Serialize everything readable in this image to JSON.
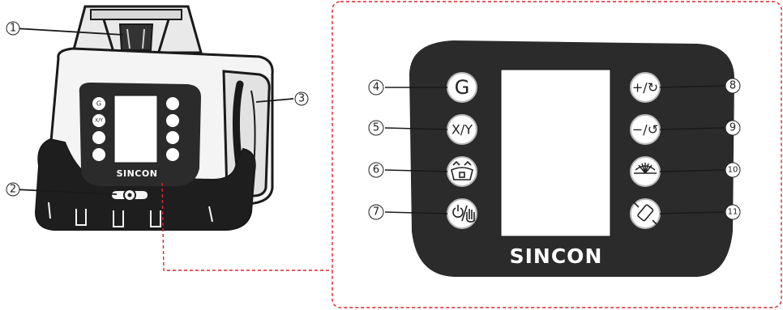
{
  "brand": "SINCON",
  "callouts": [
    {
      "id": "1",
      "label": "①"
    },
    {
      "id": "2",
      "label": "②"
    },
    {
      "id": "3",
      "label": "③"
    },
    {
      "id": "4",
      "label": "④"
    },
    {
      "id": "5",
      "label": "⑤"
    },
    {
      "id": "6",
      "label": "⑥"
    },
    {
      "id": "7",
      "label": "⑦"
    },
    {
      "id": "8",
      "label": "⑧"
    },
    {
      "id": "9",
      "label": "⑨"
    },
    {
      "id": "10",
      "label": "⑩"
    },
    {
      "id": "11",
      "label": "⑪"
    }
  ],
  "buttons": {
    "g": "G",
    "xy": "X/Y",
    "plus": "+/↻",
    "minus": "−/↺"
  },
  "colors": {
    "panel": "#2b2b2b",
    "body": "#1e1e1e",
    "housing": "#f2f2f2",
    "dashed_connector": "#e0242b",
    "leader": "#1a1a1a"
  }
}
